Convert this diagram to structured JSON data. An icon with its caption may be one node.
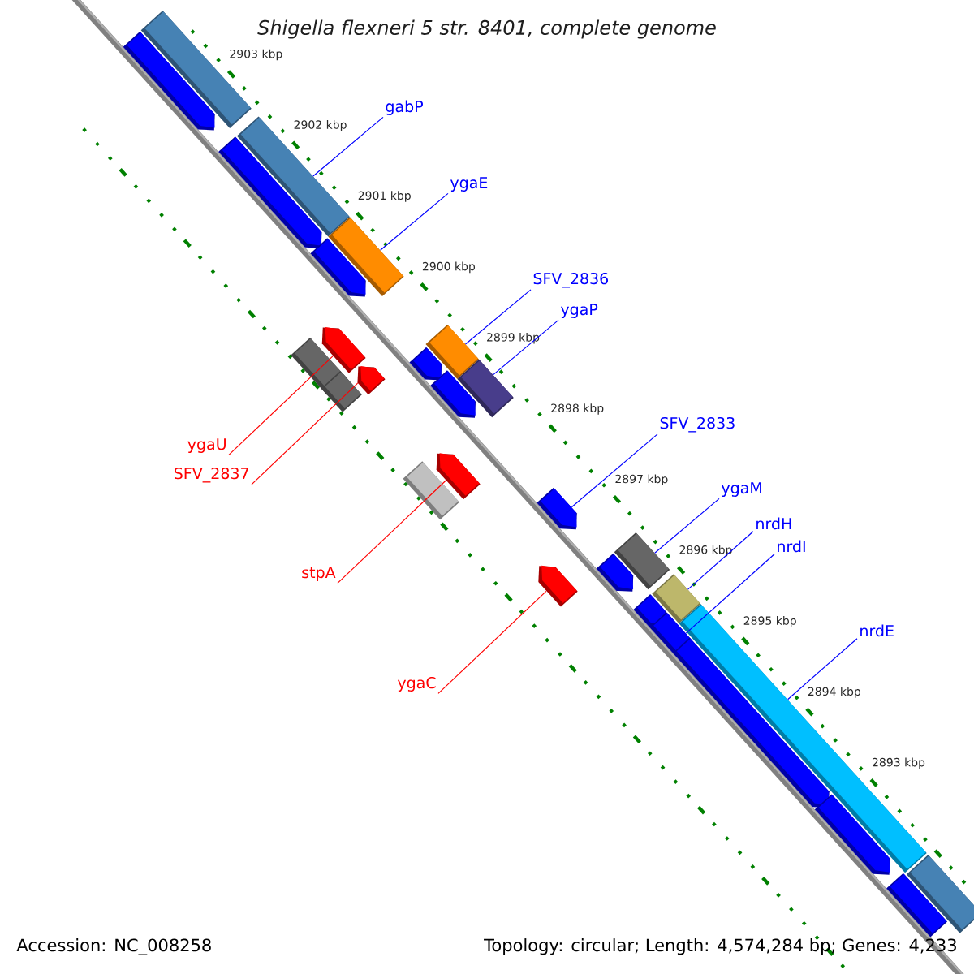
{
  "diagram": {
    "title": "Shigella flexneri 5 str. 8401, complete genome",
    "nodes": [
      {
        "text": [
          "gabP"
        ]
      },
      {
        "text": [
          "ygaE"
        ]
      },
      {
        "text": [
          "SFV_2836"
        ]
      },
      {
        "text": [
          "ygaP"
        ]
      },
      {
        "text": [
          "SFV_2833"
        ]
      },
      {
        "text": [
          "ygaM"
        ]
      },
      {
        "text": [
          "nrdH"
        ]
      },
      {
        "text": [
          "nrdI"
        ]
      },
      {
        "text": [
          "nrdE"
        ]
      },
      {
        "text": [
          "ygaU"
        ]
      },
      {
        "text": [
          "SFV_2837"
        ]
      },
      {
        "text": [
          "stpA"
        ]
      },
      {
        "text": [
          "ygaC"
        ]
      },
      {
        "text": [],
        "shape": "arrow"
      },
      {
        "text": [],
        "shape": "arrow"
      },
      {
        "text": [],
        "shape": "arrow"
      },
      {
        "text": [],
        "shape": "arrow"
      },
      {
        "text": [],
        "shape": "arrow"
      },
      {
        "text": [],
        "shape": "arrow"
      },
      {
        "text": [],
        "shape": "arrow"
      },
      {
        "text": [],
        "shape": "arrow"
      },
      {
        "text": [],
        "shape": "arrow"
      },
      {
        "text": [],
        "shape": "arrow"
      },
      {
        "text": [],
        "shape": "arrow"
      },
      {
        "text": [],
        "shape": "bar"
      },
      {
        "text": [],
        "shape": "bar"
      },
      {
        "text": [],
        "shape": "bar"
      },
      {
        "text": [],
        "shape": "bar"
      },
      {
        "text": [],
        "shape": "bar"
      },
      {
        "text": [],
        "shape": "bar"
      },
      {
        "text": [],
        "shape": "bar"
      },
      {
        "text": [],
        "shape": "bar"
      },
      {
        "text": [],
        "shape": "bar"
      },
      {
        "text": [],
        "shape": "bar"
      },
      {
        "text": [],
        "shape": "arrow"
      },
      {
        "text": [],
        "shape": "arrow"
      },
      {
        "text": [],
        "shape": "arrow"
      },
      {
        "text": [],
        "shape": "arrow"
      },
      {
        "text": [],
        "shape": "bar"
      },
      {
        "text": [],
        "shape": "bar"
      },
      {
        "text": [],
        "shape": "bar"
      }
    ],
    "edges": [
      {
        "from": 0,
        "to": 26,
        "arrow": "none"
      },
      {
        "from": 1,
        "to": 27,
        "arrow": "none"
      },
      {
        "from": 2,
        "to": 28,
        "arrow": "none"
      },
      {
        "from": 3,
        "to": 29,
        "arrow": "none"
      },
      {
        "from": 4,
        "to": 18,
        "arrow": "none"
      },
      {
        "from": 5,
        "to": 30,
        "arrow": "none"
      },
      {
        "from": 6,
        "to": 31,
        "arrow": "none"
      },
      {
        "from": 7,
        "to": 21,
        "arrow": "none"
      },
      {
        "from": 8,
        "to": 32,
        "arrow": "none"
      },
      {
        "from": 9,
        "to": 34,
        "arrow": "none",
        "color": "#ff0000"
      },
      {
        "from": 10,
        "to": 35,
        "arrow": "none",
        "color": "#ff0000"
      },
      {
        "from": 11,
        "to": 36,
        "arrow": "none",
        "color": "#ff0000"
      },
      {
        "from": 12,
        "to": 37,
        "arrow": "none",
        "color": "#ff0000"
      }
    ],
    "labels": [
      "2903 kbp",
      "2902 kbp",
      "2901 kbp",
      "2900 kbp",
      "2899 kbp",
      "2898 kbp",
      "2897 kbp",
      "2896 kbp",
      "2895 kbp",
      "2894 kbp",
      "2893 kbp",
      "Accession: NC_008258",
      "Topology: circular; Length: 4,574,284 bp; Genes: 4,233"
    ]
  }
}
